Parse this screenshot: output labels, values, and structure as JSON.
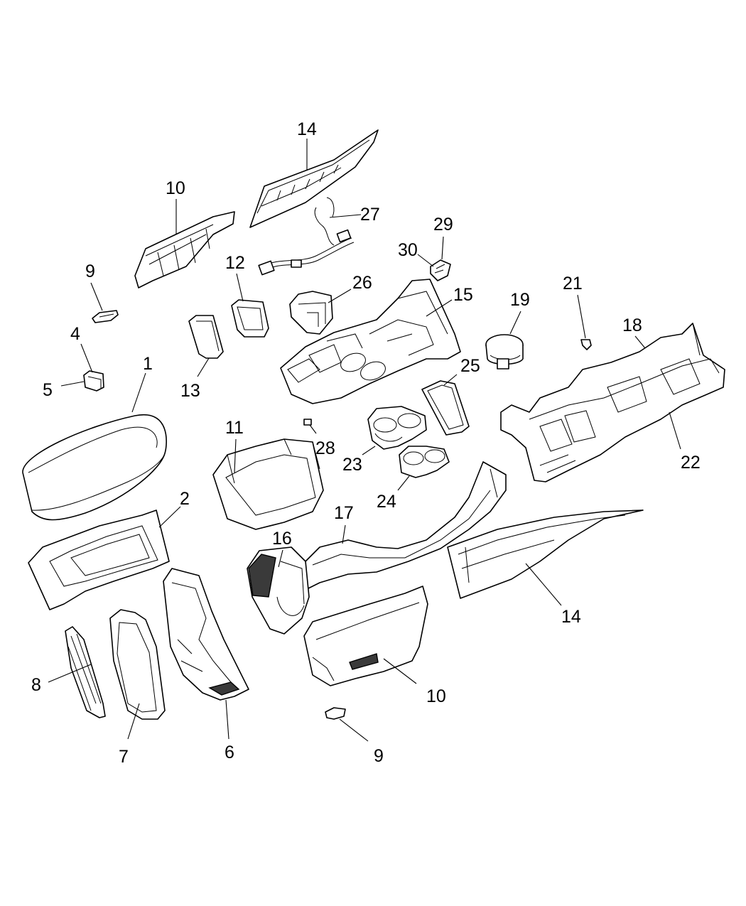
{
  "diagram": {
    "type": "exploded-parts-diagram",
    "callouts": {
      "c1": "1",
      "c2": "2",
      "c4": "4",
      "c5": "5",
      "c6": "6",
      "c7": "7",
      "c8": "8",
      "c9a": "9",
      "c9b": "9",
      "c10a": "10",
      "c10b": "10",
      "c11": "11",
      "c12": "12",
      "c13": "13",
      "c14a": "14",
      "c14b": "14",
      "c15": "15",
      "c16": "16",
      "c17": "17",
      "c18": "18",
      "c19": "19",
      "c21": "21",
      "c22": "22",
      "c23": "23",
      "c24": "24",
      "c25": "25",
      "c26": "26",
      "c27": "27",
      "c28": "28",
      "c29": "29",
      "c30": "30"
    }
  }
}
